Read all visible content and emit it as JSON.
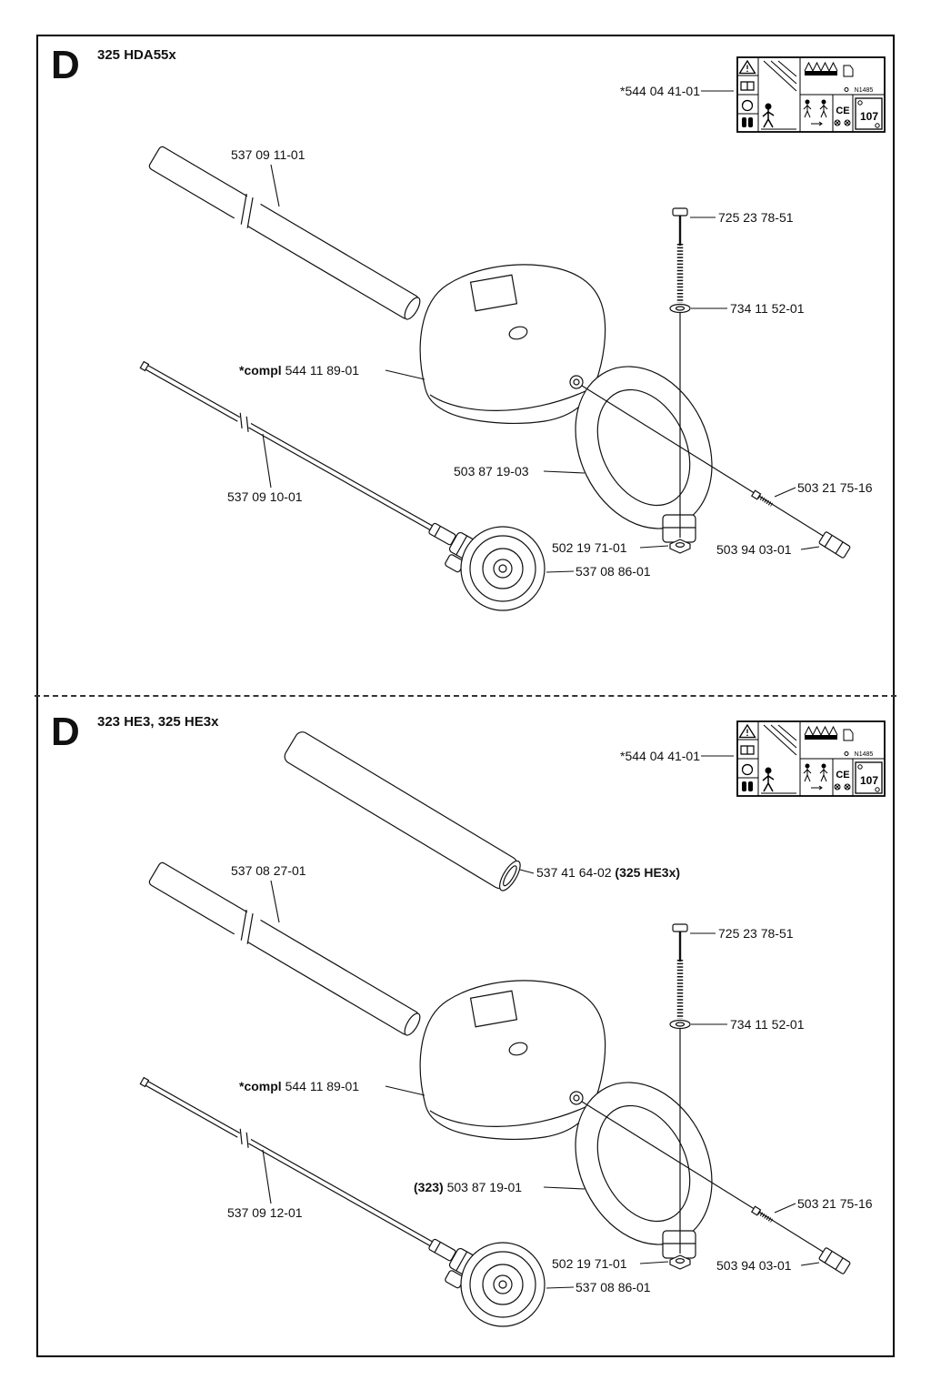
{
  "sections": {
    "top": {
      "letter": "D",
      "title": "325 HDA55x",
      "decal_label": "*544 04 41-01",
      "tube_label": "537 09 11-01",
      "shaft_label": "537 09 10-01",
      "guard_label_prefix": "*compl",
      "guard_label": "544 11 89-01",
      "handle_label": "503 87 19-03",
      "bolt_label": "725 23 78-51",
      "washer_label": "734 11 52-01",
      "nut_label": "502 19 71-01",
      "screw_label": "503 21 75-16",
      "clip_label": "503 94 03-01",
      "coupler_label": "537 08 86-01"
    },
    "bottom": {
      "letter": "D",
      "title": "323 HE3, 325 HE3x",
      "decal_label": "*544 04 41-01",
      "cover_tube_label": "537 41 64-02",
      "cover_tube_label_suffix": "(325 HE3x)",
      "tube_label": "537 08 27-01",
      "shaft_label": "537 09 12-01",
      "guard_label_prefix": "*compl",
      "guard_label": "544 11 89-01",
      "handle_label_prefix": "(323)",
      "handle_label": "503 87 19-01",
      "bolt_label": "725 23 78-51",
      "washer_label": "734 11 52-01",
      "nut_label": "502 19 71-01",
      "screw_label": "503 21 75-16",
      "clip_label": "503 94 03-01",
      "coupler_label": "537 08 86-01"
    }
  },
  "decal": {
    "standard": "N1485",
    "ce_mark": "CE",
    "noise_value": "107"
  }
}
